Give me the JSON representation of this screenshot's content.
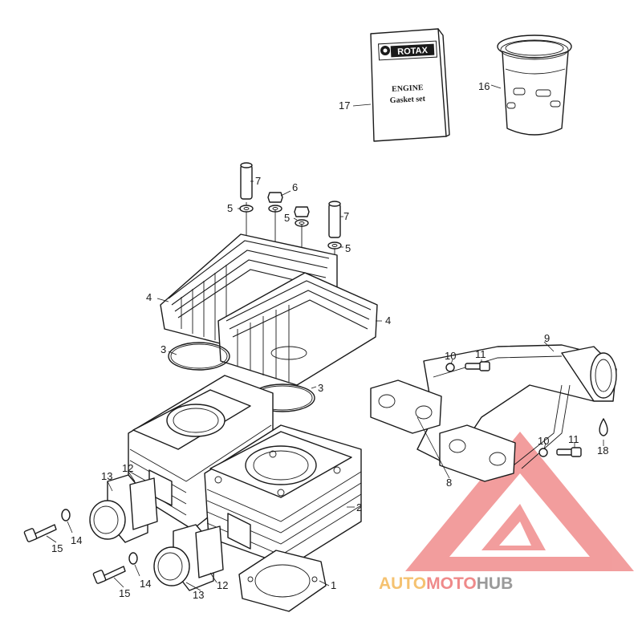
{
  "package": {
    "brand": "ROTAX",
    "title_line1": "ENGINE",
    "title_line2": "Gasket set"
  },
  "callouts": {
    "c1": "1",
    "c2": "2",
    "c3a": "3",
    "c3b": "3",
    "c4a": "4",
    "c4b": "4",
    "c5a": "5",
    "c5b": "5",
    "c5c": "5",
    "c6": "6",
    "c7a": "7",
    "c7b": "7",
    "c8": "8",
    "c9": "9",
    "c10a": "10",
    "c10b": "10",
    "c11a": "11",
    "c11b": "11",
    "c12a": "12",
    "c12b": "12",
    "c13a": "13",
    "c13b": "13",
    "c14a": "14",
    "c14b": "14",
    "c15a": "15",
    "c15b": "15",
    "c16": "16",
    "c17": "17",
    "c18": "18"
  },
  "watermark": {
    "part1": "AUTO",
    "part2": "MOTO",
    "part3": "HUB",
    "color1": "#f5c271",
    "color2": "#ef8a8a",
    "color3": "#9a9a9a"
  }
}
